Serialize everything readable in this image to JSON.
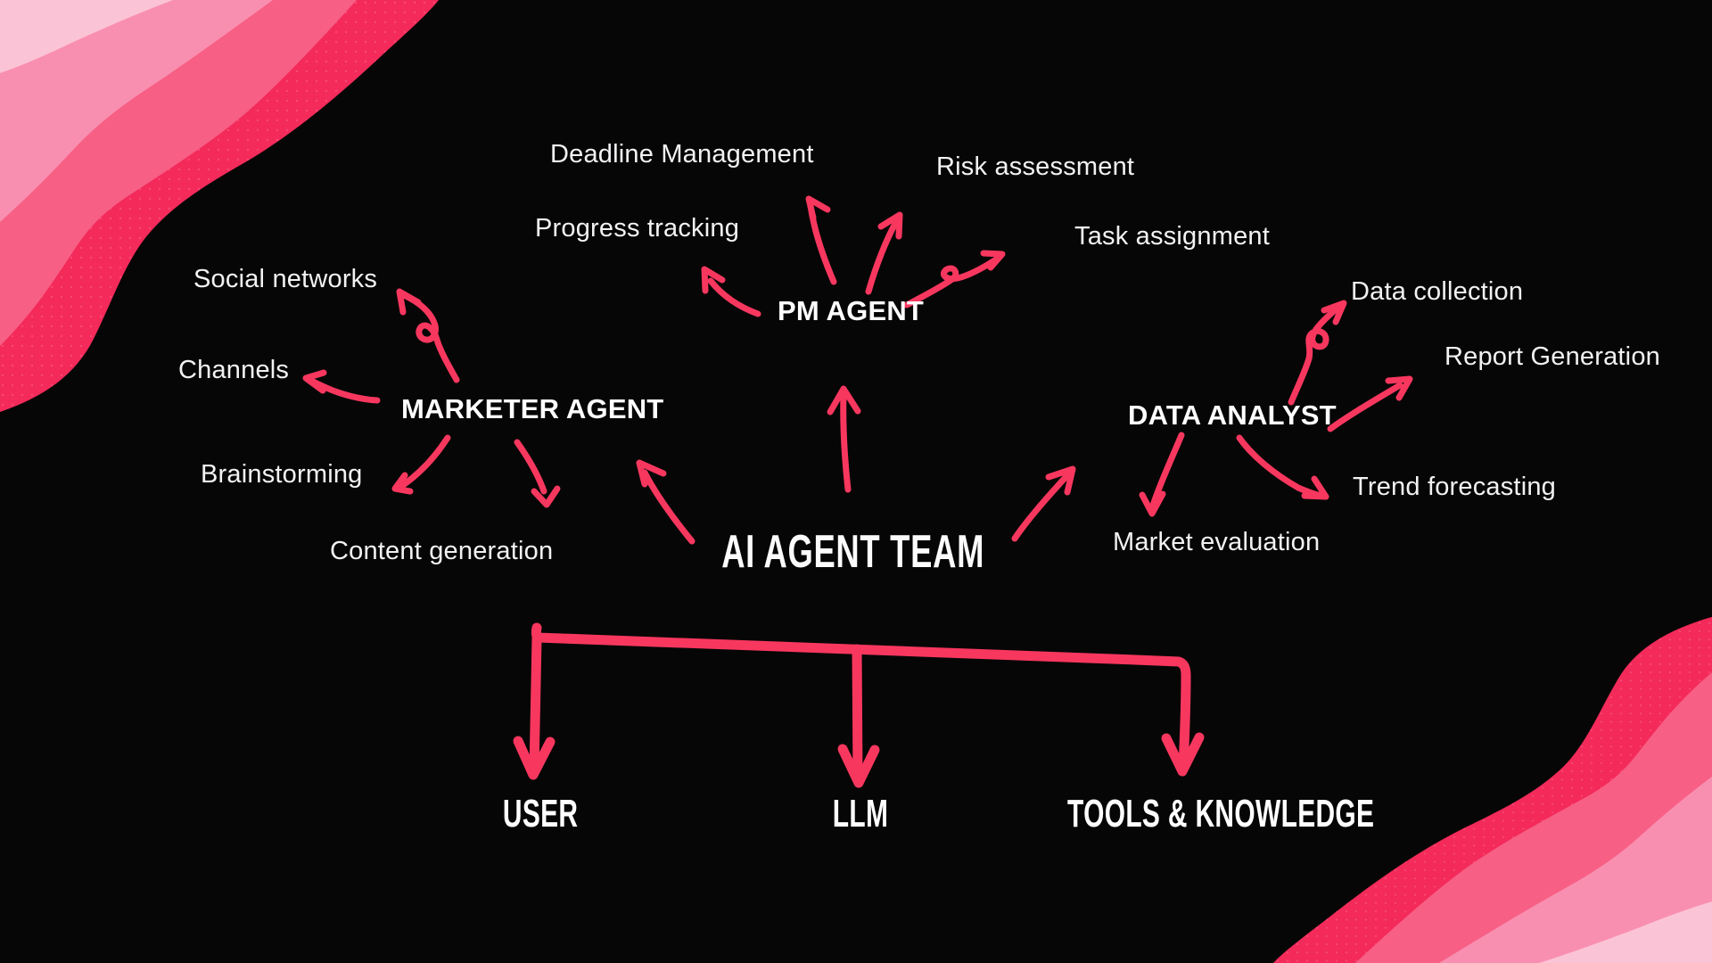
{
  "diagram": {
    "title": "AI AGENT TEAM",
    "branches": [
      {
        "label": "MARKETER AGENT",
        "items": [
          "Social networks",
          "Channels",
          "Brainstorming",
          "Content generation"
        ]
      },
      {
        "label": "PM AGENT",
        "items": [
          "Deadline Management",
          "Progress tracking",
          "Risk assessment",
          "Task assignment"
        ]
      },
      {
        "label": "DATA ANALYST",
        "items": [
          "Data collection",
          "Report Generation",
          "Trend forecasting",
          "Market evaluation"
        ]
      }
    ],
    "foundations": [
      "USER",
      "LLM",
      "TOOLS & KNOWLEDGE"
    ]
  },
  "colors": {
    "background": "#060606",
    "arrow_pink": "#F8375F",
    "wave_deep": "#F32A5A",
    "wave_mid": "#F75F85",
    "wave_light": "#F98FB0",
    "wave_lightest": "#FBC3D6",
    "text_primary": "#F2F2F4",
    "text_bold": "#FFFFFF"
  }
}
